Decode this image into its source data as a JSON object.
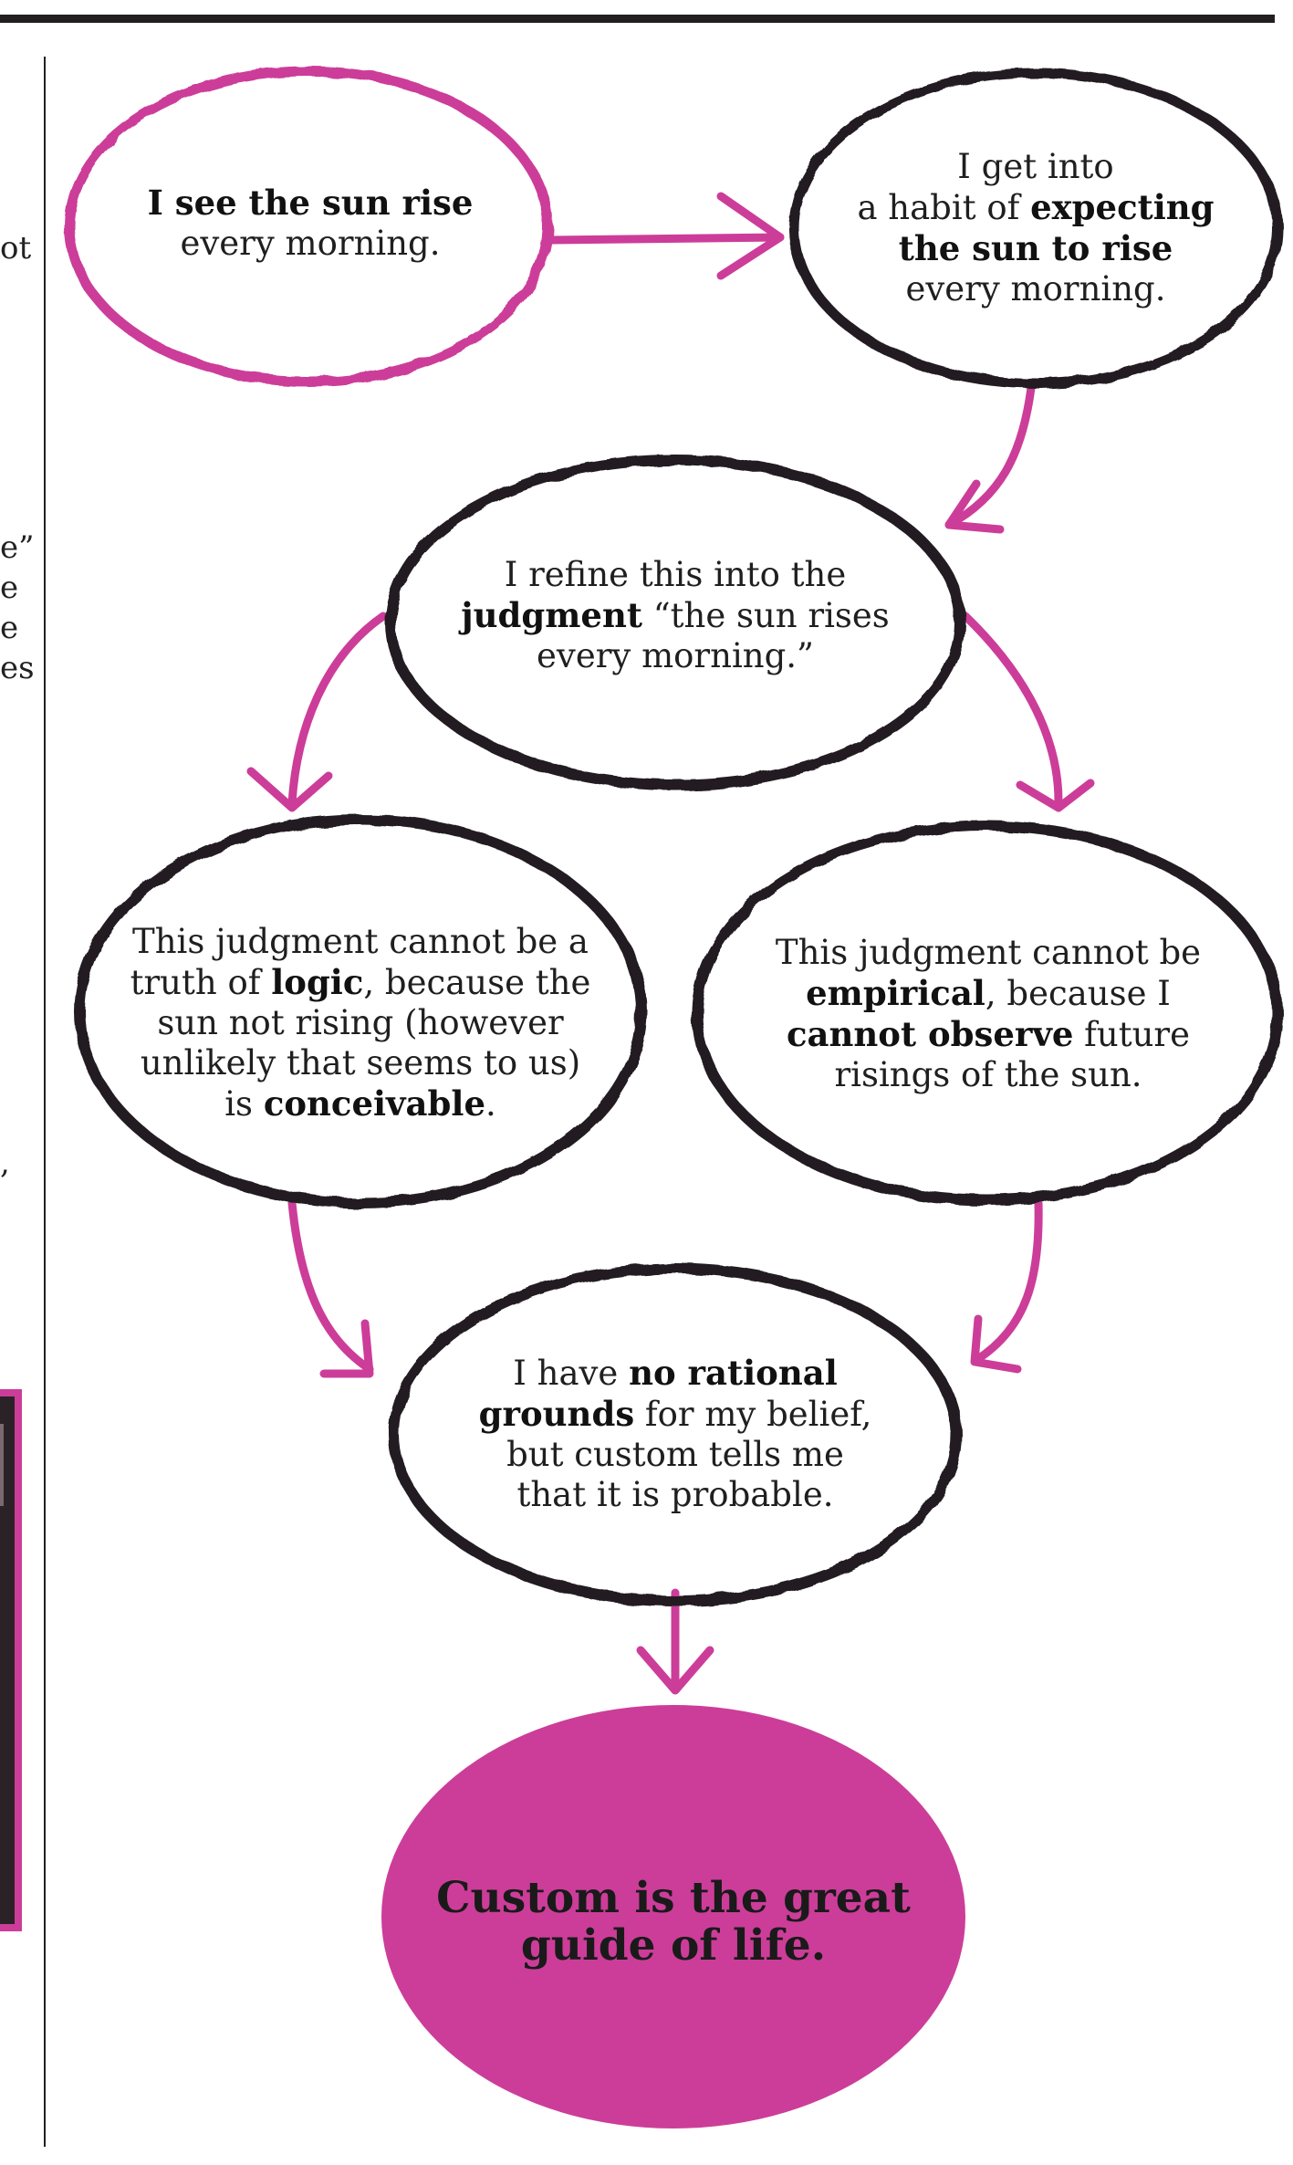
{
  "edge_fragments": [
    "ot",
    "e”",
    "e",
    "e",
    "es",
    ","
  ],
  "colors": {
    "accent": "#cc3d99",
    "ink": "#231f20"
  },
  "nodes": {
    "sun_rise": {
      "bold": "I see the sun rise",
      "rest": "every morning."
    },
    "habit": {
      "line1": "I get into",
      "pre": "a habit of ",
      "bold": "expecting the sun to rise",
      "post": "every morning."
    },
    "judgment": {
      "pre": "I refine this into the",
      "bold": "judgment",
      "post": " “the sun rises every morning.”"
    },
    "logic": {
      "pre": "This judgment cannot be a truth of ",
      "bold1": "logic",
      "mid": ", because the sun not rising (however unlikely that seems to us) is ",
      "bold2": "conceivable",
      "post": "."
    },
    "empirical": {
      "pre": "This judgment cannot be ",
      "bold1": "empirical",
      "mid": ", because I ",
      "bold2": "cannot observe",
      "post": " future risings of the sun."
    },
    "no_grounds": {
      "pre": "I have ",
      "bold": "no rational grounds",
      "post": " for my belief, but custom tells me that it is probable."
    },
    "custom": {
      "text": "Custom is the great guide of life."
    }
  }
}
